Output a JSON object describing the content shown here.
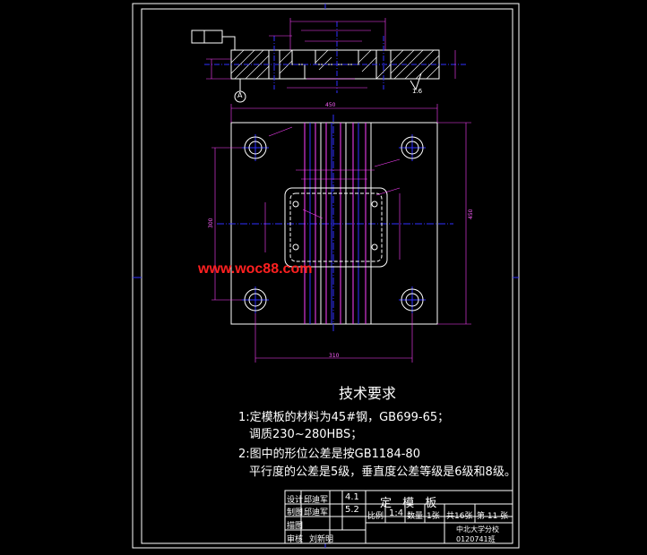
{
  "colors": {
    "background": "#000000",
    "frame": "#ffffff",
    "outline": "#ffffff",
    "dimension": "#ff40ff",
    "centerline": "#2020ff",
    "watermark": "#ff2020"
  },
  "watermark": "www.woc88.com",
  "datum_label": "A",
  "surface_roughness": "1.6",
  "plate_dimensions": {
    "width": "450",
    "height": "450",
    "hole_span_x": "310",
    "hole_span_y": "300"
  },
  "tech_requirements": {
    "title": "技术要求",
    "line1": "1:定模板的材料为45#钢，GB699-65；",
    "line2": "调质230~280HBS；",
    "line3": "2:图中的形位公差是按GB1184-80",
    "line4": "平行度的公差是5级，垂直度公差等级是6级和8级。"
  },
  "title_block": {
    "part_name": "定 模 板",
    "rows": [
      {
        "role": "设计",
        "name": "邱迪军",
        "date": "4.1"
      },
      {
        "role": "制图",
        "name": "邱迪军",
        "date": "5.2"
      },
      {
        "role": "描图",
        "name": "",
        "date": ""
      },
      {
        "role": "审核",
        "name": "刘新明",
        "date": ""
      }
    ],
    "scale_label": "比例",
    "scale": "1:4",
    "quantity_label": "数量",
    "quantity": "1张",
    "total_sheets": "共16张",
    "sheet_no": "第 11 张",
    "school": "中北大学分校",
    "class_code": "0120741班"
  }
}
